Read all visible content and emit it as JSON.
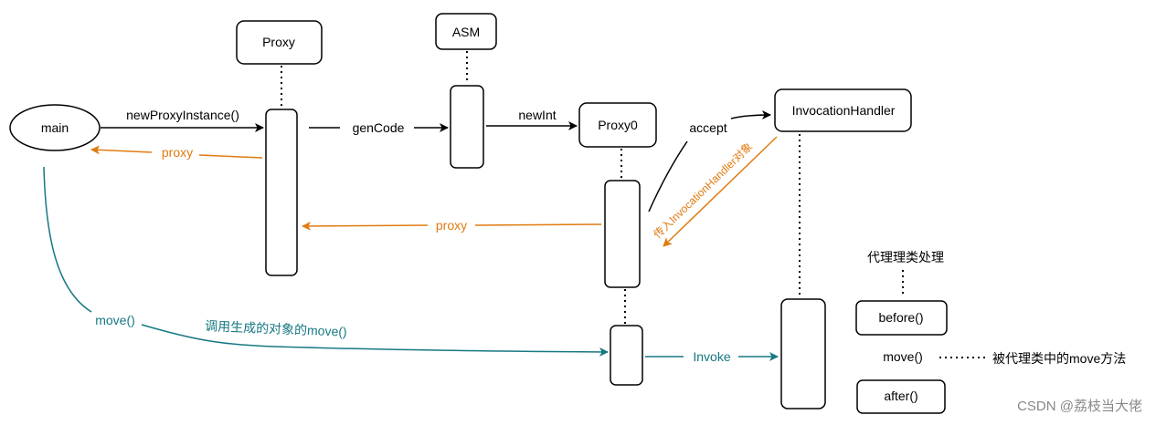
{
  "nodes": {
    "main": "main",
    "proxy": "Proxy",
    "asm": "ASM",
    "proxy0": "Proxy0",
    "invocation_handler": "InvocationHandler"
  },
  "messages": {
    "new_proxy_instance": "newProxyInstance()",
    "gen_code": "genCode",
    "new_int": "newInt",
    "accept": "accept",
    "proxy_return_1": "proxy",
    "proxy_return_2": "proxy",
    "pass_handler": "传入InvocationHandler对象",
    "move_call": "move()",
    "call_generated_move": "调用生成的对象的move()",
    "invoke": "Invoke"
  },
  "annotations": {
    "proxy_class_handling": "代理理类处理",
    "before": "before()",
    "move": "move()",
    "after": "after()",
    "proxied_move_method": "被代理类中的move方法"
  },
  "watermark": "CSDN @荔枝当大佬",
  "colors": {
    "return_orange": "#e07b10",
    "call_teal": "#167882",
    "line_black": "#000000"
  }
}
